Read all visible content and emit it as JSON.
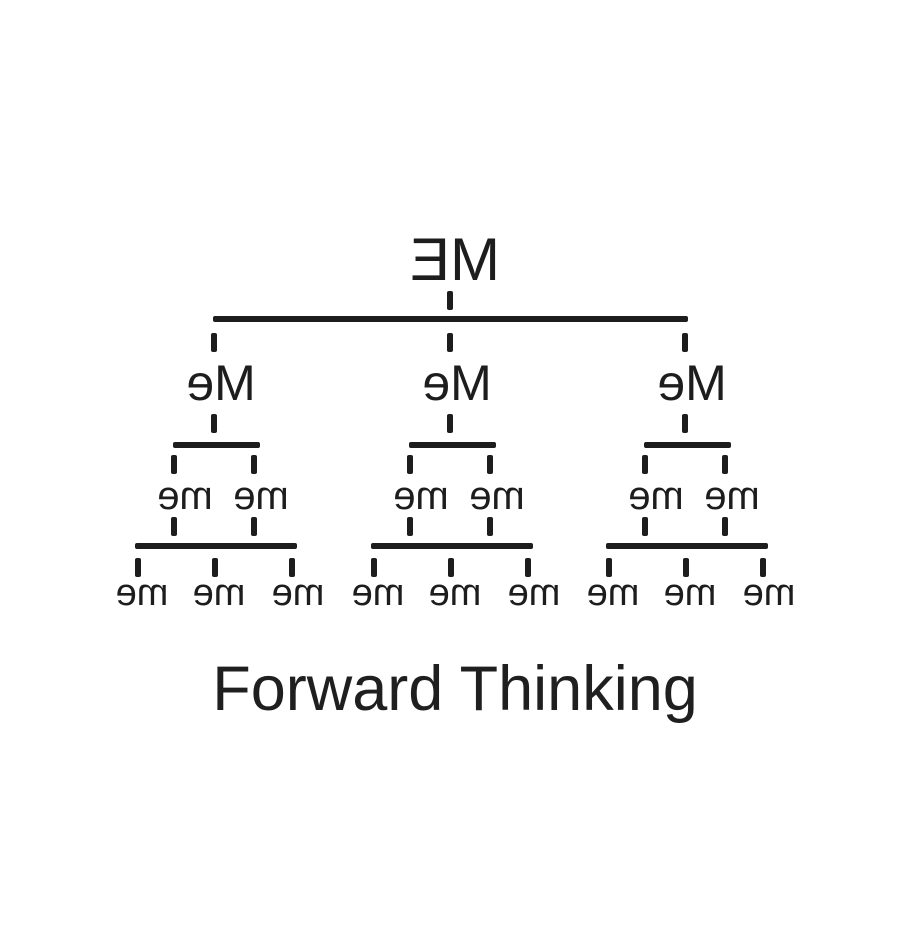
{
  "background_color": "#ffffff",
  "ink_color": "#1d1d1d",
  "caption": "Forward Thinking",
  "tree": {
    "root_label": "ME",
    "groups": [
      {
        "label": "Me",
        "children": [
          "me",
          "me"
        ],
        "grandchildren": [
          "me",
          "me",
          "me"
        ]
      },
      {
        "label": "Me",
        "children": [
          "me",
          "me"
        ],
        "grandchildren": [
          "me",
          "me",
          "me"
        ]
      },
      {
        "label": "Me",
        "children": [
          "me",
          "me"
        ],
        "grandchildren": [
          "me",
          "me",
          "me"
        ]
      }
    ]
  }
}
